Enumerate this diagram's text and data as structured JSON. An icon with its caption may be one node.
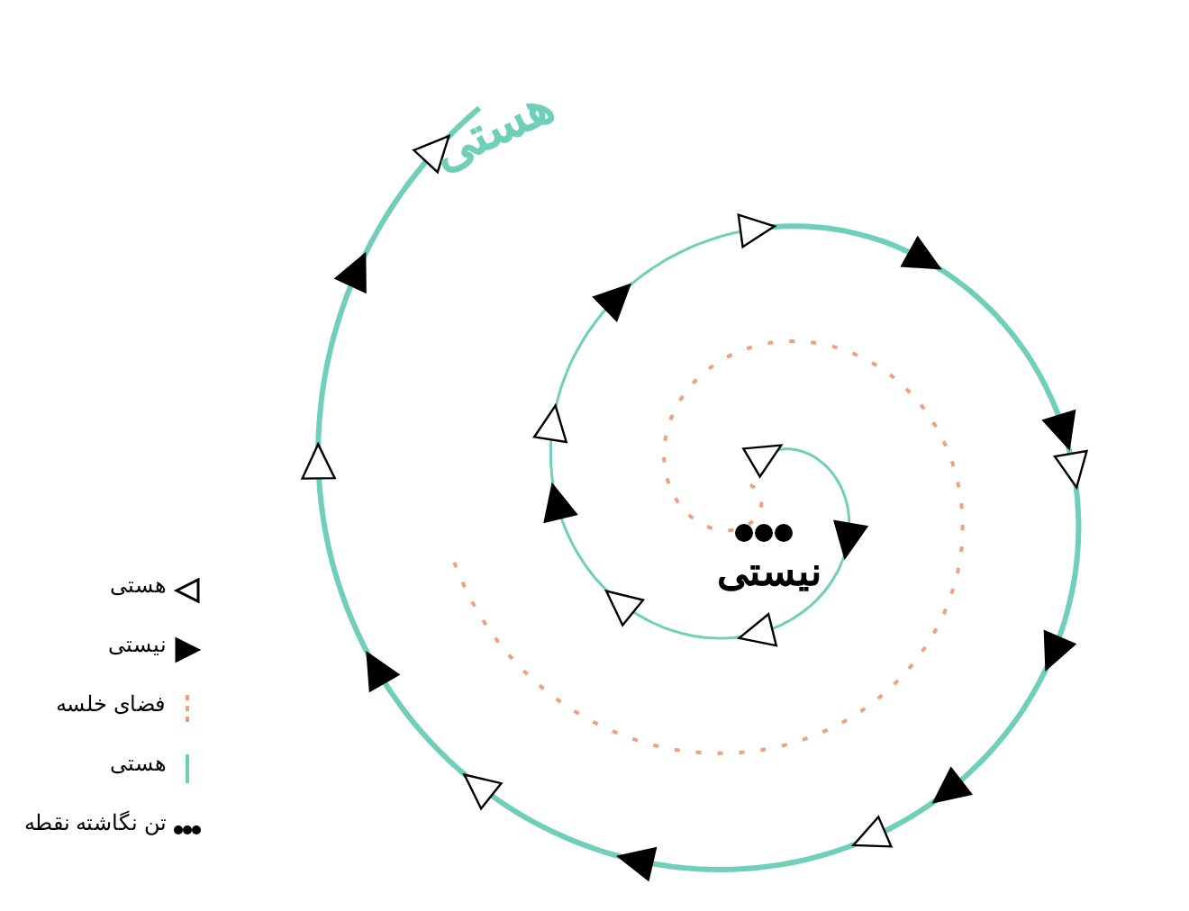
{
  "diagram": {
    "labels": [
      "هستی",
      "نیستی"
    ],
    "legend": [
      {
        "text": "هستی"
      },
      {
        "text": "نیستی"
      },
      {
        "text": "فضای خلسه"
      },
      {
        "text": "هستی"
      },
      {
        "text": "تن نگاشته نقطه"
      }
    ]
  }
}
